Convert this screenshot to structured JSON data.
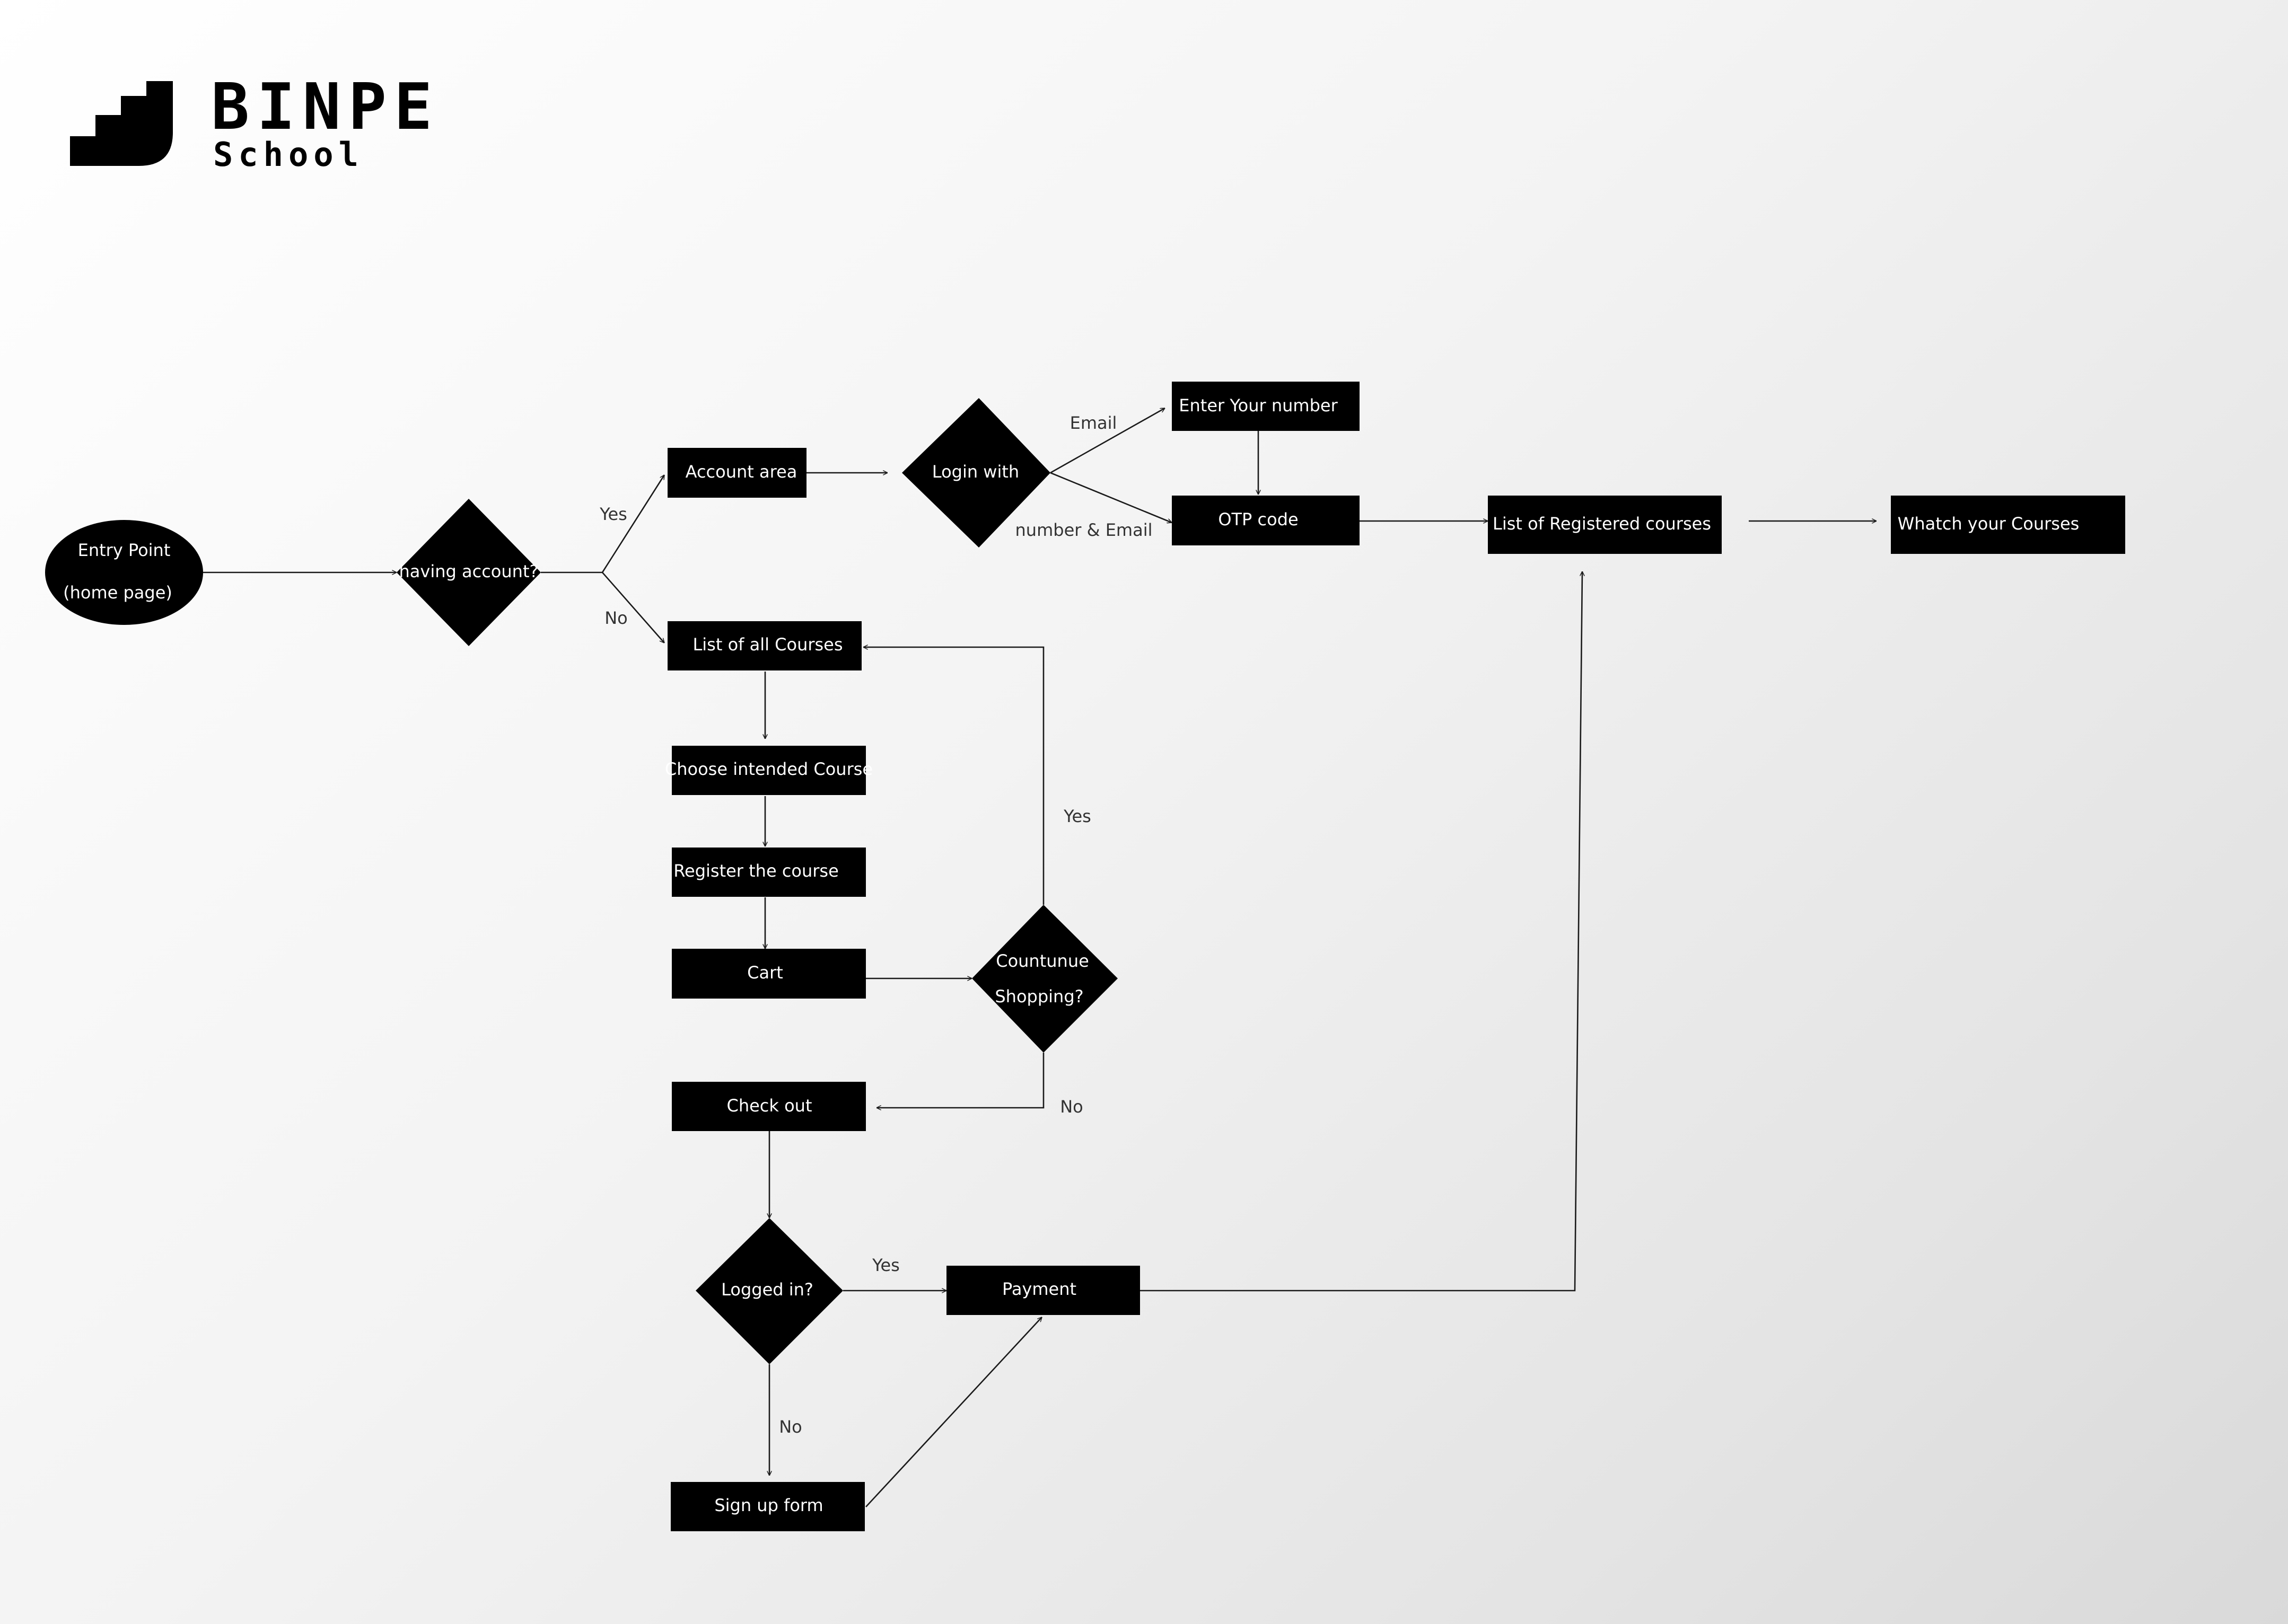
{
  "brand": {
    "name": "BINPE",
    "subtitle": "School",
    "logo_icon": "stairs-icon"
  },
  "colors": {
    "node_fill": "#000000",
    "node_text": "#ffffff",
    "edge": "#1a1a1a",
    "edge_label": "#333333"
  },
  "nodes": {
    "entry": {
      "line1": "Entry Point",
      "line2": "(home page)"
    },
    "having_account": {
      "label": "having account?"
    },
    "account_area": {
      "label": "Account area"
    },
    "login_with": {
      "label": "Login with"
    },
    "enter_number": {
      "label": "Enter Your number"
    },
    "otp_code": {
      "label": "OTP code"
    },
    "registered_courses": {
      "label": "List of Registered courses"
    },
    "watch_courses": {
      "label": "Whatch your Courses"
    },
    "all_courses": {
      "label": "List of all Courses"
    },
    "choose_course": {
      "label": "Choose intended Course"
    },
    "register_course": {
      "label": "Register the course"
    },
    "cart": {
      "label": "Cart"
    },
    "continue_shopping": {
      "line1": "Countunue",
      "line2": "Shopping?"
    },
    "check_out": {
      "label": "Check out"
    },
    "logged_in": {
      "label": "Logged in?"
    },
    "payment": {
      "label": "Payment"
    },
    "sign_up": {
      "label": "Sign up form"
    }
  },
  "edge_labels": {
    "account_yes": "Yes",
    "account_no": "No",
    "login_email": "Email",
    "login_number_email": "number & Email",
    "continue_yes": "Yes",
    "continue_no": "No",
    "logged_yes": "Yes",
    "logged_no": "No"
  }
}
